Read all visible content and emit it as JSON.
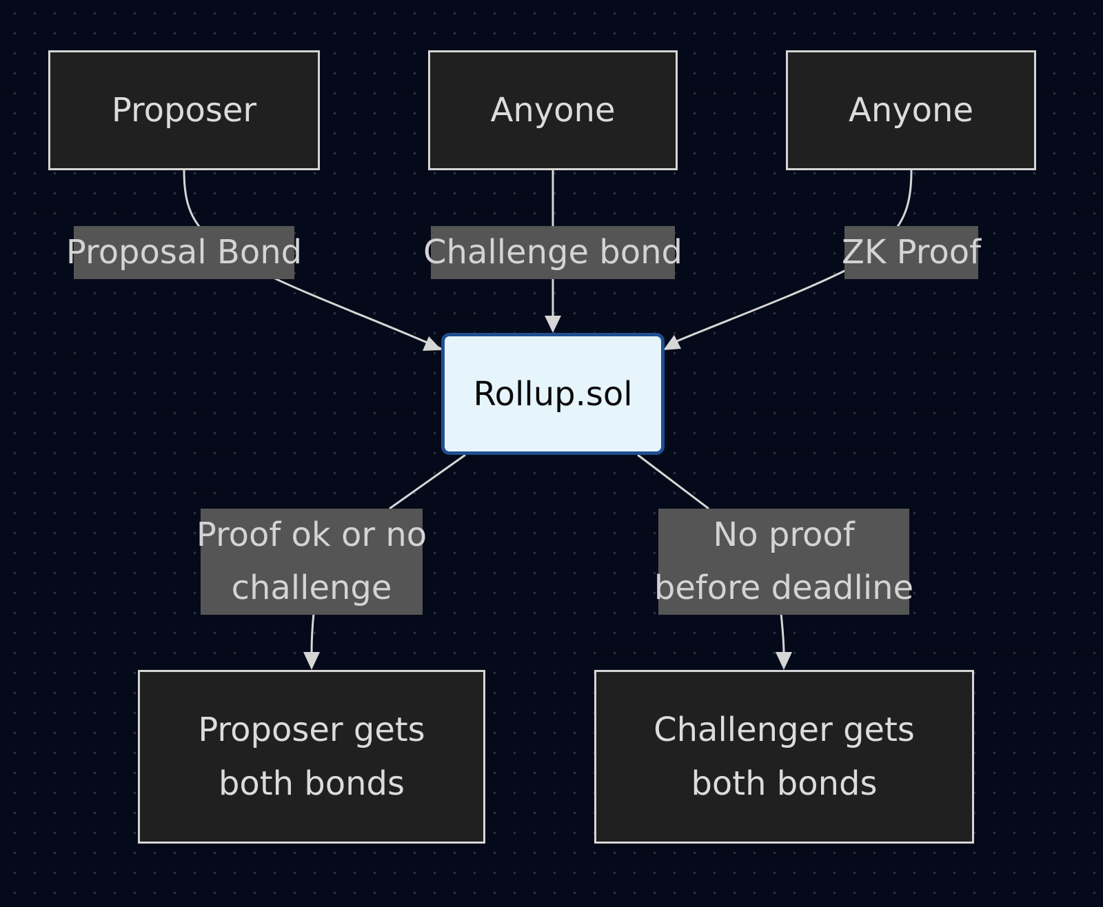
{
  "nodes": {
    "proposer": "Proposer",
    "anyone_challenger": "Anyone",
    "anyone_prover": "Anyone",
    "rollup": "Rollup.sol",
    "proposer_wins": [
      "Proposer gets",
      "both bonds"
    ],
    "challenger_wins": [
      "Challenger gets",
      "both bonds"
    ]
  },
  "edges": {
    "proposal_bond": "Proposal Bond",
    "challenge_bond": "Challenge bond",
    "zk_proof": "ZK Proof",
    "proof_ok": [
      "Proof ok or no",
      "challenge"
    ],
    "no_proof": [
      "No proof",
      "before deadline"
    ]
  },
  "colors": {
    "background": "#050a1a",
    "node_fill": "#202020",
    "node_border": "#d6d6d6",
    "center_fill": "#e6f4fc",
    "center_border": "#1f4f8f",
    "edge_label_fill": "#555555",
    "edge_stroke": "#d6d6d6"
  }
}
